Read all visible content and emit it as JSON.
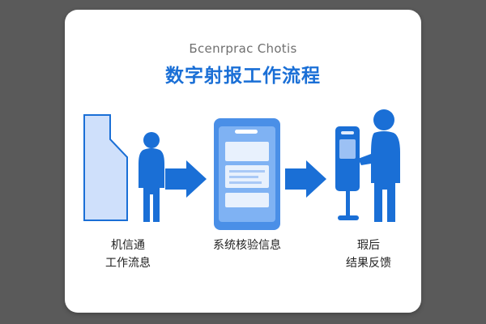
{
  "header": {
    "subtitle": "Бcenrprac Chotis",
    "title": "数字射报工作流程"
  },
  "steps": [
    {
      "line1": "机信通",
      "line2": "工作流息",
      "icon": "kiosk-person-icon"
    },
    {
      "line1": "系统核验信息",
      "line2": "",
      "icon": "phone-form-icon"
    },
    {
      "line1": "瑕后",
      "line2": "结果反馈",
      "icon": "terminal-person-icon"
    }
  ],
  "arrows": [
    "arrow-right-icon",
    "arrow-right-icon"
  ],
  "colors": {
    "primary": "#1a6fd6",
    "light": "#cfe0fb",
    "panel": "#4a8fe7",
    "background": "#5a5a5a",
    "card": "#ffffff"
  }
}
